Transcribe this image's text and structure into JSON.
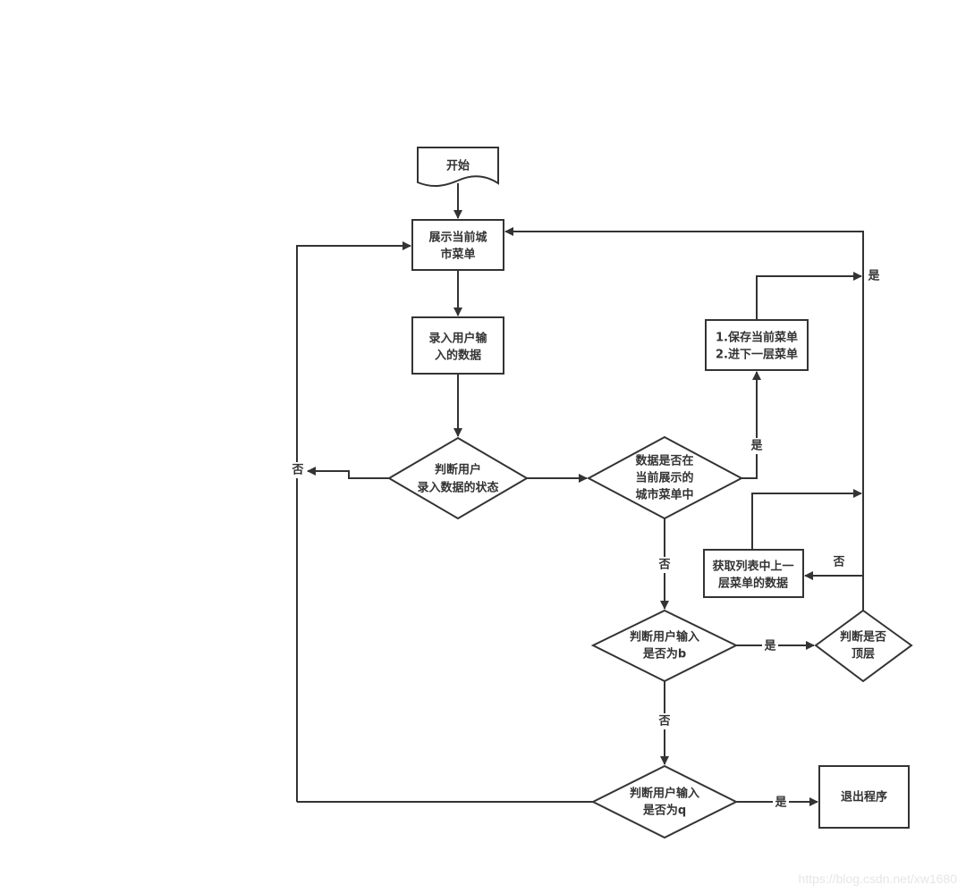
{
  "diagram": {
    "nodes": {
      "start": {
        "lines": [
          "开始"
        ],
        "shape": "document"
      },
      "show_menu": {
        "lines": [
          "展示当前城",
          "市菜单"
        ],
        "shape": "process"
      },
      "record_input": {
        "lines": [
          "录入用户输",
          "入的数据"
        ],
        "shape": "process"
      },
      "check_state": {
        "lines": [
          "判断用户",
          "录入数据的状态"
        ],
        "shape": "decision"
      },
      "in_menu": {
        "lines": [
          "数据是否在",
          "当前展示的",
          "城市菜单中"
        ],
        "shape": "decision"
      },
      "save_enter": {
        "lines": [
          "1.保存当前菜单",
          "2.进下一层菜单"
        ],
        "shape": "process"
      },
      "get_parent": {
        "lines": [
          "获取列表中上一",
          "层菜单的数据"
        ],
        "shape": "process"
      },
      "is_b": {
        "lines": [
          "判断用户输入",
          "是否为b"
        ],
        "shape": "decision"
      },
      "is_top": {
        "lines": [
          "判断是否",
          "顶层"
        ],
        "shape": "decision"
      },
      "is_q": {
        "lines": [
          "判断用户输入",
          "是否为q"
        ],
        "shape": "decision"
      },
      "exit": {
        "lines": [
          "退出程序"
        ],
        "shape": "process"
      }
    },
    "edges": [
      {
        "from": "start",
        "to": "show_menu",
        "label": ""
      },
      {
        "from": "show_menu",
        "to": "record_input",
        "label": ""
      },
      {
        "from": "record_input",
        "to": "check_state",
        "label": ""
      },
      {
        "from": "check_state",
        "to": "show_menu",
        "label": "否"
      },
      {
        "from": "check_state",
        "to": "in_menu",
        "label": ""
      },
      {
        "from": "in_menu",
        "to": "save_enter",
        "label": "是"
      },
      {
        "from": "save_enter",
        "to": "show_menu",
        "label": "是"
      },
      {
        "from": "in_menu",
        "to": "is_b",
        "label": "否"
      },
      {
        "from": "is_b",
        "to": "is_top",
        "label": "是"
      },
      {
        "from": "is_top",
        "to": "get_parent",
        "label": "否"
      },
      {
        "from": "get_parent",
        "to": "show_menu",
        "label": ""
      },
      {
        "from": "is_b",
        "to": "is_q",
        "label": "否"
      },
      {
        "from": "is_q",
        "to": "exit",
        "label": "是"
      },
      {
        "from": "is_q",
        "to": "show_menu",
        "label": ""
      }
    ]
  },
  "watermark": "https://blog.csdn.net/xw1680"
}
